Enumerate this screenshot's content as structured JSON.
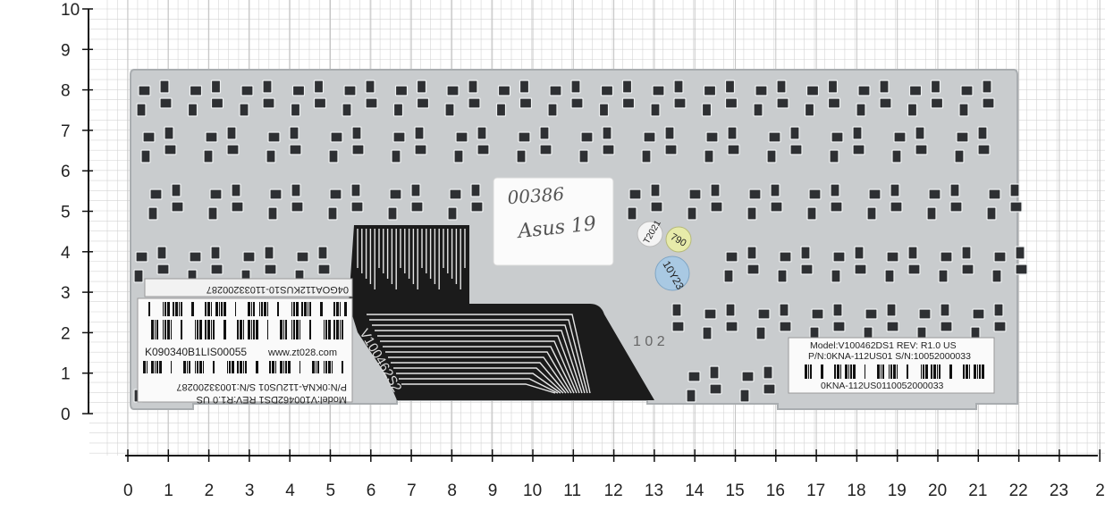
{
  "ruler": {
    "y_ticks": [
      "0",
      "1",
      "2",
      "3",
      "4",
      "5",
      "6",
      "7",
      "8",
      "9",
      "10"
    ],
    "x_ticks": [
      "0",
      "1",
      "2",
      "3",
      "4",
      "5",
      "6",
      "7",
      "8",
      "9",
      "10",
      "11",
      "12",
      "13",
      "14",
      "15",
      "16",
      "17",
      "18",
      "19",
      "20",
      "21",
      "22",
      "23",
      "2"
    ]
  },
  "stickers": {
    "left_top": "04GOA112KUS10-11033200287",
    "left_model": "Model:V100462DS1  REV:R1.0 US",
    "left_pn": "P/N:0KNA-112US01  S/N:10033200287",
    "left_barcode_code": "K090340B1LIS00055",
    "left_site": "www.zt028.com",
    "right_model": "Model:V100462DS1   REV: R1.0  US",
    "right_pn": "P/N:0KNA-112US01   S/N:10052000033",
    "right_bottom": "0KNA-112US0110052000033",
    "note_line1": "00386",
    "note_line2": "Asus 19",
    "circle_white": "T2021",
    "circle_yellow": "790",
    "circle_blue": "10Y23",
    "cable_text": "V100462S2",
    "small_digits": "1 0 2"
  },
  "colors": {
    "plate": "#c9ccce",
    "cable": "#1b1b1b",
    "grid": "#d4d4d4"
  }
}
